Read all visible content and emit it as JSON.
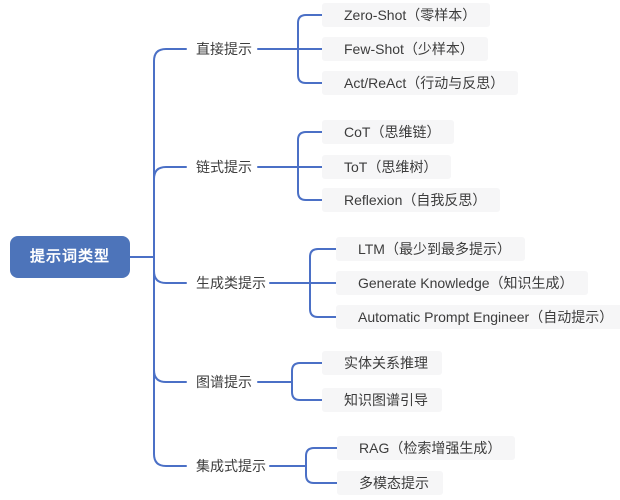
{
  "colors": {
    "root_fill": "#4d74ba",
    "root_text": "#ffffff",
    "line": "#4b70c6",
    "text": "#3c3c3c",
    "leaf_bg": "#f6f6f7"
  },
  "mindmap": {
    "root": {
      "label": "提示词类型"
    },
    "branches": [
      {
        "label": "直接提示",
        "children": [
          {
            "label": "Zero-Shot（零样本）"
          },
          {
            "label": "Few-Shot（少样本）"
          },
          {
            "label": "Act/ReAct（行动与反思）"
          }
        ]
      },
      {
        "label": "链式提示",
        "children": [
          {
            "label": "CoT（思维链）"
          },
          {
            "label": "ToT（思维树）"
          },
          {
            "label": "Reflexion（自我反思）"
          }
        ]
      },
      {
        "label": "生成类提示",
        "children": [
          {
            "label": "LTM（最少到最多提示）"
          },
          {
            "label": "Generate Knowledge（知识生成）"
          },
          {
            "label": "Automatic Prompt Engineer（自动提示）"
          }
        ]
      },
      {
        "label": "图谱提示",
        "children": [
          {
            "label": "实体关系推理"
          },
          {
            "label": "知识图谱引导"
          }
        ]
      },
      {
        "label": "集成式提示",
        "children": [
          {
            "label": "RAG（检索增强生成）"
          },
          {
            "label": "多模态提示"
          }
        ]
      }
    ]
  }
}
